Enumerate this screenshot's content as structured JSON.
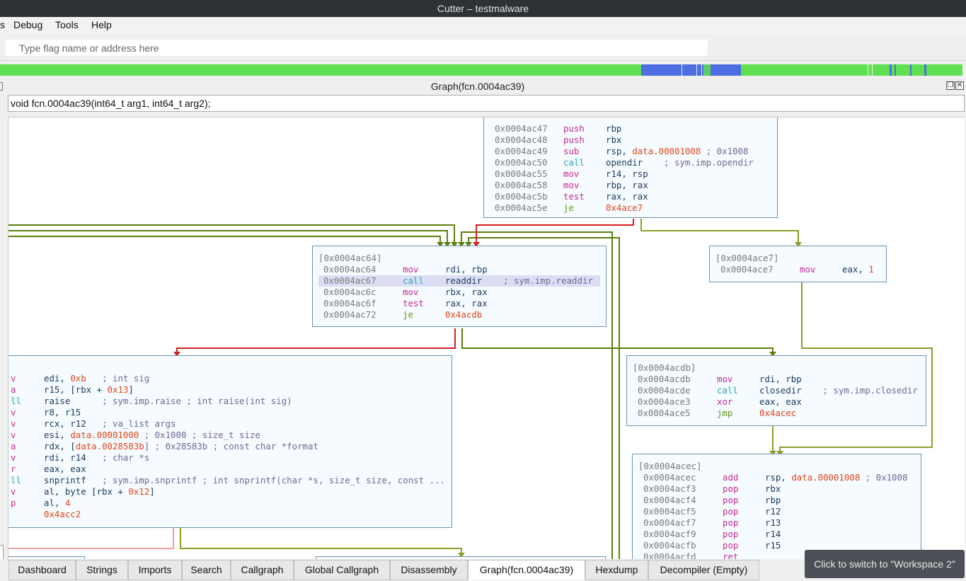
{
  "window": {
    "title": "Cutter – testmalware"
  },
  "menu": {
    "items": [
      "s",
      "Debug",
      "Tools",
      "Help"
    ]
  },
  "search": {
    "placeholder": "Type flag name or address here"
  },
  "dock": {
    "title": "Graph(fcn.0004ac39)"
  },
  "function_signature": "void fcn.0004ac39(int64_t arg1, int64_t arg2);",
  "colors": {
    "edge_true": "#5a7f0a",
    "edge_false": "#d42020",
    "edge_plain": "#8aa024",
    "block_border": "#6f92b0",
    "mnemonic": "#c82b95",
    "call": "#2aa5b8",
    "jump": "#5e9a19",
    "number": "#e0471d",
    "highlight": "#dcdff3",
    "navbar": "#5ee050",
    "navbar_code": "#4d6de3"
  },
  "blocks": [
    {
      "id": "top",
      "header": "",
      "rows": [
        {
          "addr": "0x0004ac47",
          "mn": "push",
          "op": [
            [
              "rbp",
              ""
            ]
          ]
        },
        {
          "addr": "0x0004ac48",
          "mn": "push",
          "op": [
            [
              "rbx",
              ""
            ]
          ]
        },
        {
          "addr": "0x0004ac49",
          "mn": "sub",
          "op": [
            [
              "rsp, ",
              ""
            ],
            [
              "data.00001008",
              "num"
            ],
            [
              " ; 0x1008",
              "cmt"
            ]
          ]
        },
        {
          "addr": "0x0004ac50",
          "mn": "call",
          "op": [
            [
              "opendir",
              ""
            ],
            [
              "    ; sym.imp.opendir",
              "cmt"
            ]
          ],
          "kind": "call"
        },
        {
          "addr": "0x0004ac55",
          "mn": "mov",
          "op": [
            [
              "r14, rsp",
              ""
            ]
          ]
        },
        {
          "addr": "0x0004ac58",
          "mn": "mov",
          "op": [
            [
              "rbp, rax",
              ""
            ]
          ]
        },
        {
          "addr": "0x0004ac5b",
          "mn": "test",
          "op": [
            [
              "rax, rax",
              ""
            ]
          ]
        },
        {
          "addr": "0x0004ac5e",
          "mn": "je",
          "op": [
            [
              "0x4ace7",
              "num"
            ]
          ],
          "kind": "jump"
        }
      ]
    },
    {
      "id": "ac64",
      "header": "[0x0004ac64]",
      "rows": [
        {
          "addr": "0x0004ac64",
          "mn": "mov",
          "op": [
            [
              "rdi, rbp",
              ""
            ]
          ]
        },
        {
          "addr": "0x0004ac67",
          "mn": "call",
          "op": [
            [
              "readdir",
              ""
            ],
            [
              "    ; sym.imp.readdir",
              "cmt"
            ]
          ],
          "kind": "call",
          "hl": true
        },
        {
          "addr": "0x0004ac6c",
          "mn": "mov",
          "op": [
            [
              "rbx, rax",
              ""
            ]
          ]
        },
        {
          "addr": "0x0004ac6f",
          "mn": "test",
          "op": [
            [
              "rax, rax",
              ""
            ]
          ]
        },
        {
          "addr": "0x0004ac72",
          "mn": "je",
          "op": [
            [
              "0x4acdb",
              "num"
            ]
          ],
          "kind": "jump"
        }
      ]
    },
    {
      "id": "ace7",
      "header": "[0x0004ace7]",
      "rows": [
        {
          "addr": "0x0004ace7",
          "mn": "mov",
          "op": [
            [
              "eax, ",
              ""
            ],
            [
              "1",
              "num"
            ]
          ]
        }
      ]
    },
    {
      "id": "acdb",
      "header": "[0x0004acdb]",
      "rows": [
        {
          "addr": "0x0004acdb",
          "mn": "mov",
          "op": [
            [
              "rdi, rbp",
              ""
            ]
          ]
        },
        {
          "addr": "0x0004acde",
          "mn": "call",
          "op": [
            [
              "closedir",
              ""
            ],
            [
              "    ; sym.imp.closedir",
              "cmt"
            ]
          ],
          "kind": "call"
        },
        {
          "addr": "0x0004ace3",
          "mn": "xor",
          "op": [
            [
              "eax, eax",
              ""
            ]
          ]
        },
        {
          "addr": "0x0004ace5",
          "mn": "jmp",
          "op": [
            [
              "0x4acec",
              "num"
            ]
          ],
          "kind": "jump"
        }
      ]
    },
    {
      "id": "acec",
      "header": "[0x0004acec]",
      "rows": [
        {
          "addr": "0x0004acec",
          "mn": "add",
          "op": [
            [
              "rsp, ",
              ""
            ],
            [
              "data.00001008",
              "num"
            ],
            [
              " ; 0x1008",
              "cmt"
            ]
          ]
        },
        {
          "addr": "0x0004acf3",
          "mn": "pop",
          "op": [
            [
              "rbx",
              ""
            ]
          ]
        },
        {
          "addr": "0x0004acf4",
          "mn": "pop",
          "op": [
            [
              "rbp",
              ""
            ]
          ]
        },
        {
          "addr": "0x0004acf5",
          "mn": "pop",
          "op": [
            [
              "r12",
              ""
            ]
          ]
        },
        {
          "addr": "0x0004acf7",
          "mn": "pop",
          "op": [
            [
              "r13",
              ""
            ]
          ]
        },
        {
          "addr": "0x0004acf9",
          "mn": "pop",
          "op": [
            [
              "r14",
              ""
            ]
          ]
        },
        {
          "addr": "0x0004acfb",
          "mn": "pop",
          "op": [
            [
              "r15",
              ""
            ]
          ]
        },
        {
          "addr": "0x0004acfd",
          "mn": "ret",
          "op": []
        }
      ]
    },
    {
      "id": "left",
      "header": "",
      "rows": [
        {
          "addr": "",
          "mn": "v",
          "op": [
            [
              "edi, ",
              ""
            ],
            [
              "0xb",
              "num"
            ],
            [
              "   ; int sig",
              "cmt"
            ]
          ]
        },
        {
          "addr": "",
          "mn": "a",
          "op": [
            [
              "r15, [rbx + ",
              ""
            ],
            [
              "0x13",
              "num"
            ],
            [
              "]",
              ""
            ]
          ]
        },
        {
          "addr": "",
          "mn": "ll",
          "op": [
            [
              "raise",
              ""
            ],
            [
              "      ; sym.imp.raise ; int raise(int sig)",
              "cmt"
            ]
          ],
          "kind": "call"
        },
        {
          "addr": "",
          "mn": "v",
          "op": [
            [
              "r8, r15",
              ""
            ]
          ]
        },
        {
          "addr": "",
          "mn": "v",
          "op": [
            [
              "rcx, r12",
              ""
            ],
            [
              "   ; va_list args",
              "cmt"
            ]
          ]
        },
        {
          "addr": "",
          "mn": "v",
          "op": [
            [
              "esi, ",
              ""
            ],
            [
              "data.00001000",
              "num"
            ],
            [
              " ; 0x1000 ; size_t size",
              "cmt"
            ]
          ]
        },
        {
          "addr": "",
          "mn": "a",
          "op": [
            [
              "rdx, [",
              ""
            ],
            [
              "data.0028583b",
              "num"
            ],
            [
              "] ; 0x28583b ; const char *format",
              "cmt"
            ]
          ]
        },
        {
          "addr": "",
          "mn": "v",
          "op": [
            [
              "rdi, r14",
              ""
            ],
            [
              "   ; char *s",
              "cmt"
            ]
          ]
        },
        {
          "addr": "",
          "mn": "r",
          "op": [
            [
              "eax, eax",
              ""
            ]
          ]
        },
        {
          "addr": "",
          "mn": "ll",
          "op": [
            [
              "snprintf",
              ""
            ],
            [
              "   ; sym.imp.snprintf ; int snprintf(char *s, size_t size, const ...",
              "cmt"
            ]
          ],
          "kind": "call"
        },
        {
          "addr": "",
          "mn": "v",
          "op": [
            [
              "al, byte [rbx + ",
              ""
            ],
            [
              "0x12",
              "num"
            ],
            [
              "]",
              ""
            ]
          ]
        },
        {
          "addr": "",
          "mn": "p",
          "op": [
            [
              "al, ",
              ""
            ],
            [
              "4",
              "num"
            ]
          ]
        },
        {
          "addr": "",
          "mn": "",
          "op": [
            [
              "0x4acc2",
              "num"
            ]
          ],
          "kind": "jump"
        }
      ]
    }
  ],
  "tabs": [
    {
      "label": "Dashboard",
      "active": false
    },
    {
      "label": "Strings",
      "active": false
    },
    {
      "label": "Imports",
      "active": false
    },
    {
      "label": "Search",
      "active": false
    },
    {
      "label": "Callgraph",
      "active": false
    },
    {
      "label": "Global Callgraph",
      "active": false
    },
    {
      "label": "Disassembly",
      "active": false
    },
    {
      "label": "Graph(fcn.0004ac39)",
      "active": true
    },
    {
      "label": "Hexdump",
      "active": false
    },
    {
      "label": "Decompiler (Empty)",
      "active": false
    }
  ],
  "tooltip": "Click to switch to \"Workspace 2\""
}
